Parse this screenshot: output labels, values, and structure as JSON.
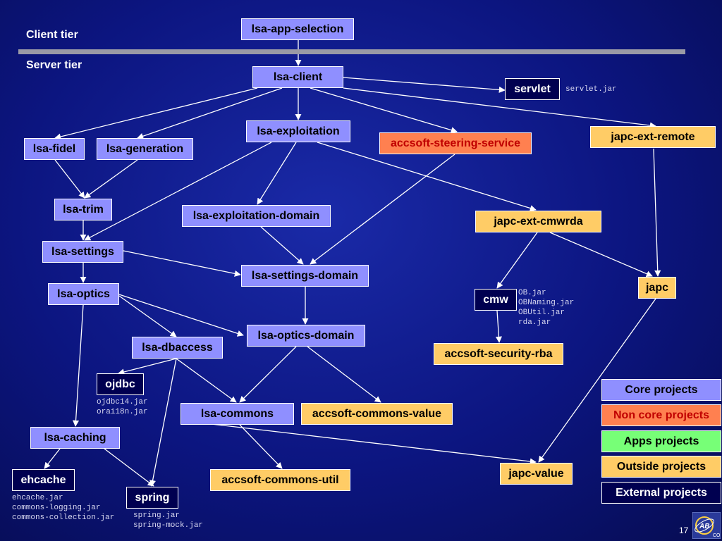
{
  "tiers": {
    "client": "Client tier",
    "server": "Server tier"
  },
  "nodes": {
    "lsa_app_selection": "lsa-app-selection",
    "lsa_client": "lsa-client",
    "servlet": "servlet",
    "lsa_exploitation": "lsa-exploitation",
    "lsa_fidel": "lsa-fidel",
    "lsa_generation": "lsa-generation",
    "accsoft_steering_service": "accsoft-steering-service",
    "japc_ext_remote": "japc-ext-remote",
    "lsa_trim": "lsa-trim",
    "lsa_exploitation_domain": "lsa-exploitation-domain",
    "japc_ext_cmwrda": "japc-ext-cmwrda",
    "lsa_settings": "lsa-settings",
    "lsa_settings_domain": "lsa-settings-domain",
    "japc": "japc",
    "lsa_optics": "lsa-optics",
    "cmw": "cmw",
    "lsa_optics_domain": "lsa-optics-domain",
    "lsa_dbaccess": "lsa-dbaccess",
    "accsoft_security_rba": "accsoft-security-rba",
    "ojdbc": "ojdbc",
    "lsa_commons": "lsa-commons",
    "accsoft_commons_value": "accsoft-commons-value",
    "lsa_caching": "lsa-caching",
    "japc_value": "japc-value",
    "ehcache": "ehcache",
    "accsoft_commons_util": "accsoft-commons-util",
    "spring": "spring"
  },
  "jars": {
    "servlet": [
      "servlet.jar"
    ],
    "cmw": [
      "OB.jar",
      "OBNaming.jar",
      "OBUtil.jar",
      "rda.jar"
    ],
    "ojdbc": [
      "ojdbc14.jar",
      "orai18n.jar"
    ],
    "ehcache": [
      "ehcache.jar",
      "commons-logging.jar",
      "commons-collection.jar"
    ],
    "spring": [
      "spring.jar",
      "spring-mock.jar"
    ]
  },
  "legend": {
    "core": "Core projects",
    "noncore": "Non core projects",
    "apps": "Apps projects",
    "outside": "Outside projects",
    "external": "External projects"
  },
  "colors": {
    "core": "#8f8fff",
    "noncore": "#ff8050",
    "apps": "#77ff77",
    "outside": "#ffcc66",
    "external": "#000050"
  },
  "page_number": "17",
  "logo_text": "AB CO"
}
